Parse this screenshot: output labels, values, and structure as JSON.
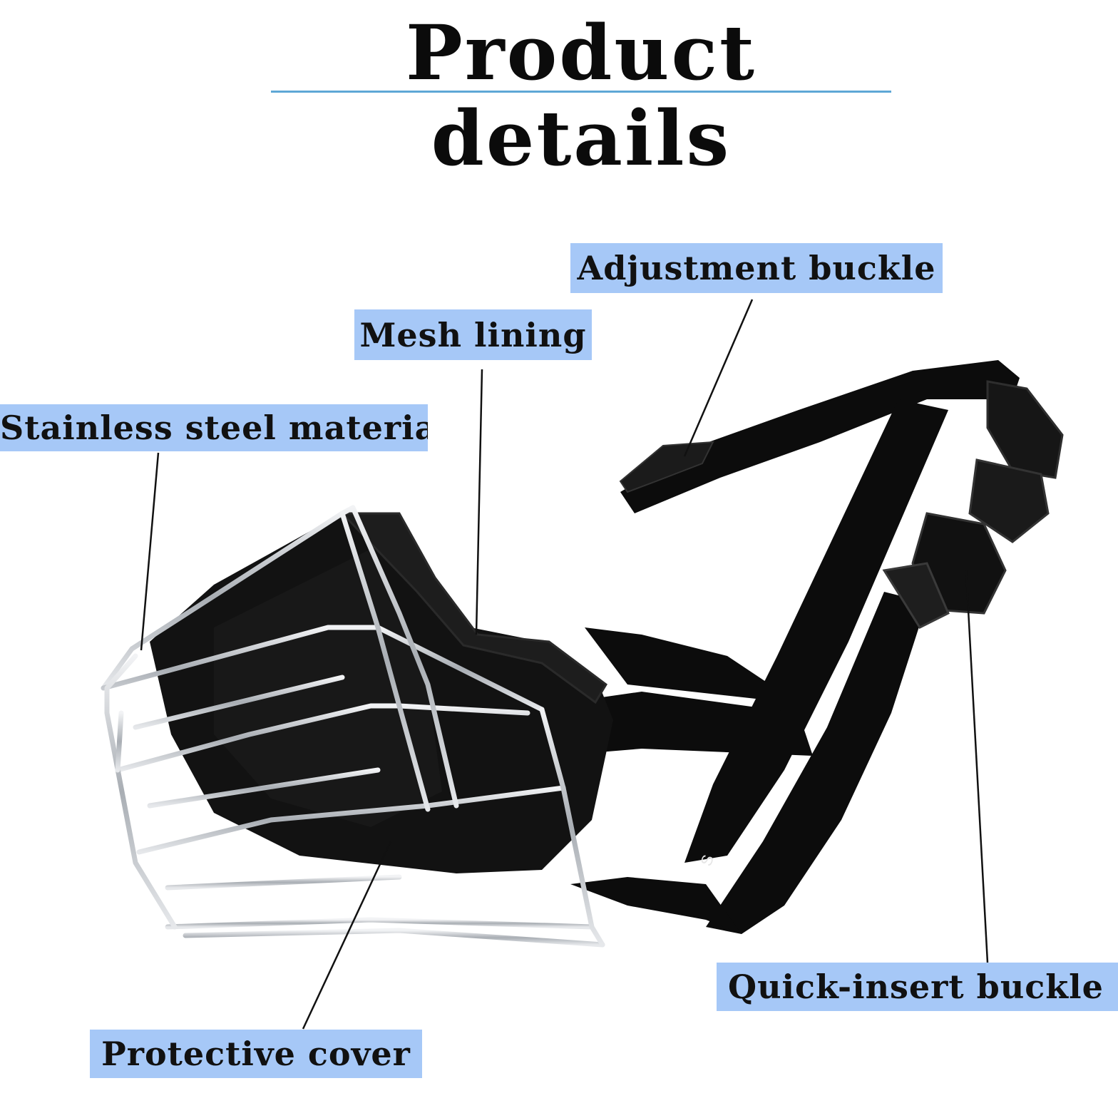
{
  "title": "Product details",
  "colors": {
    "title_rule": "#5ea7d6",
    "label_background": "#a6c8f7",
    "strap": "#0c0c0c",
    "wire": "#c9cdd1"
  },
  "labels": {
    "adjustment_buckle": "Adjustment buckle",
    "mesh_lining": "Mesh lining",
    "stainless_steel": "Stainless steel material",
    "quick_insert_buckle": "Quick-insert buckle",
    "protective_cover": "Protective cover"
  },
  "strap_size_mark": "S"
}
